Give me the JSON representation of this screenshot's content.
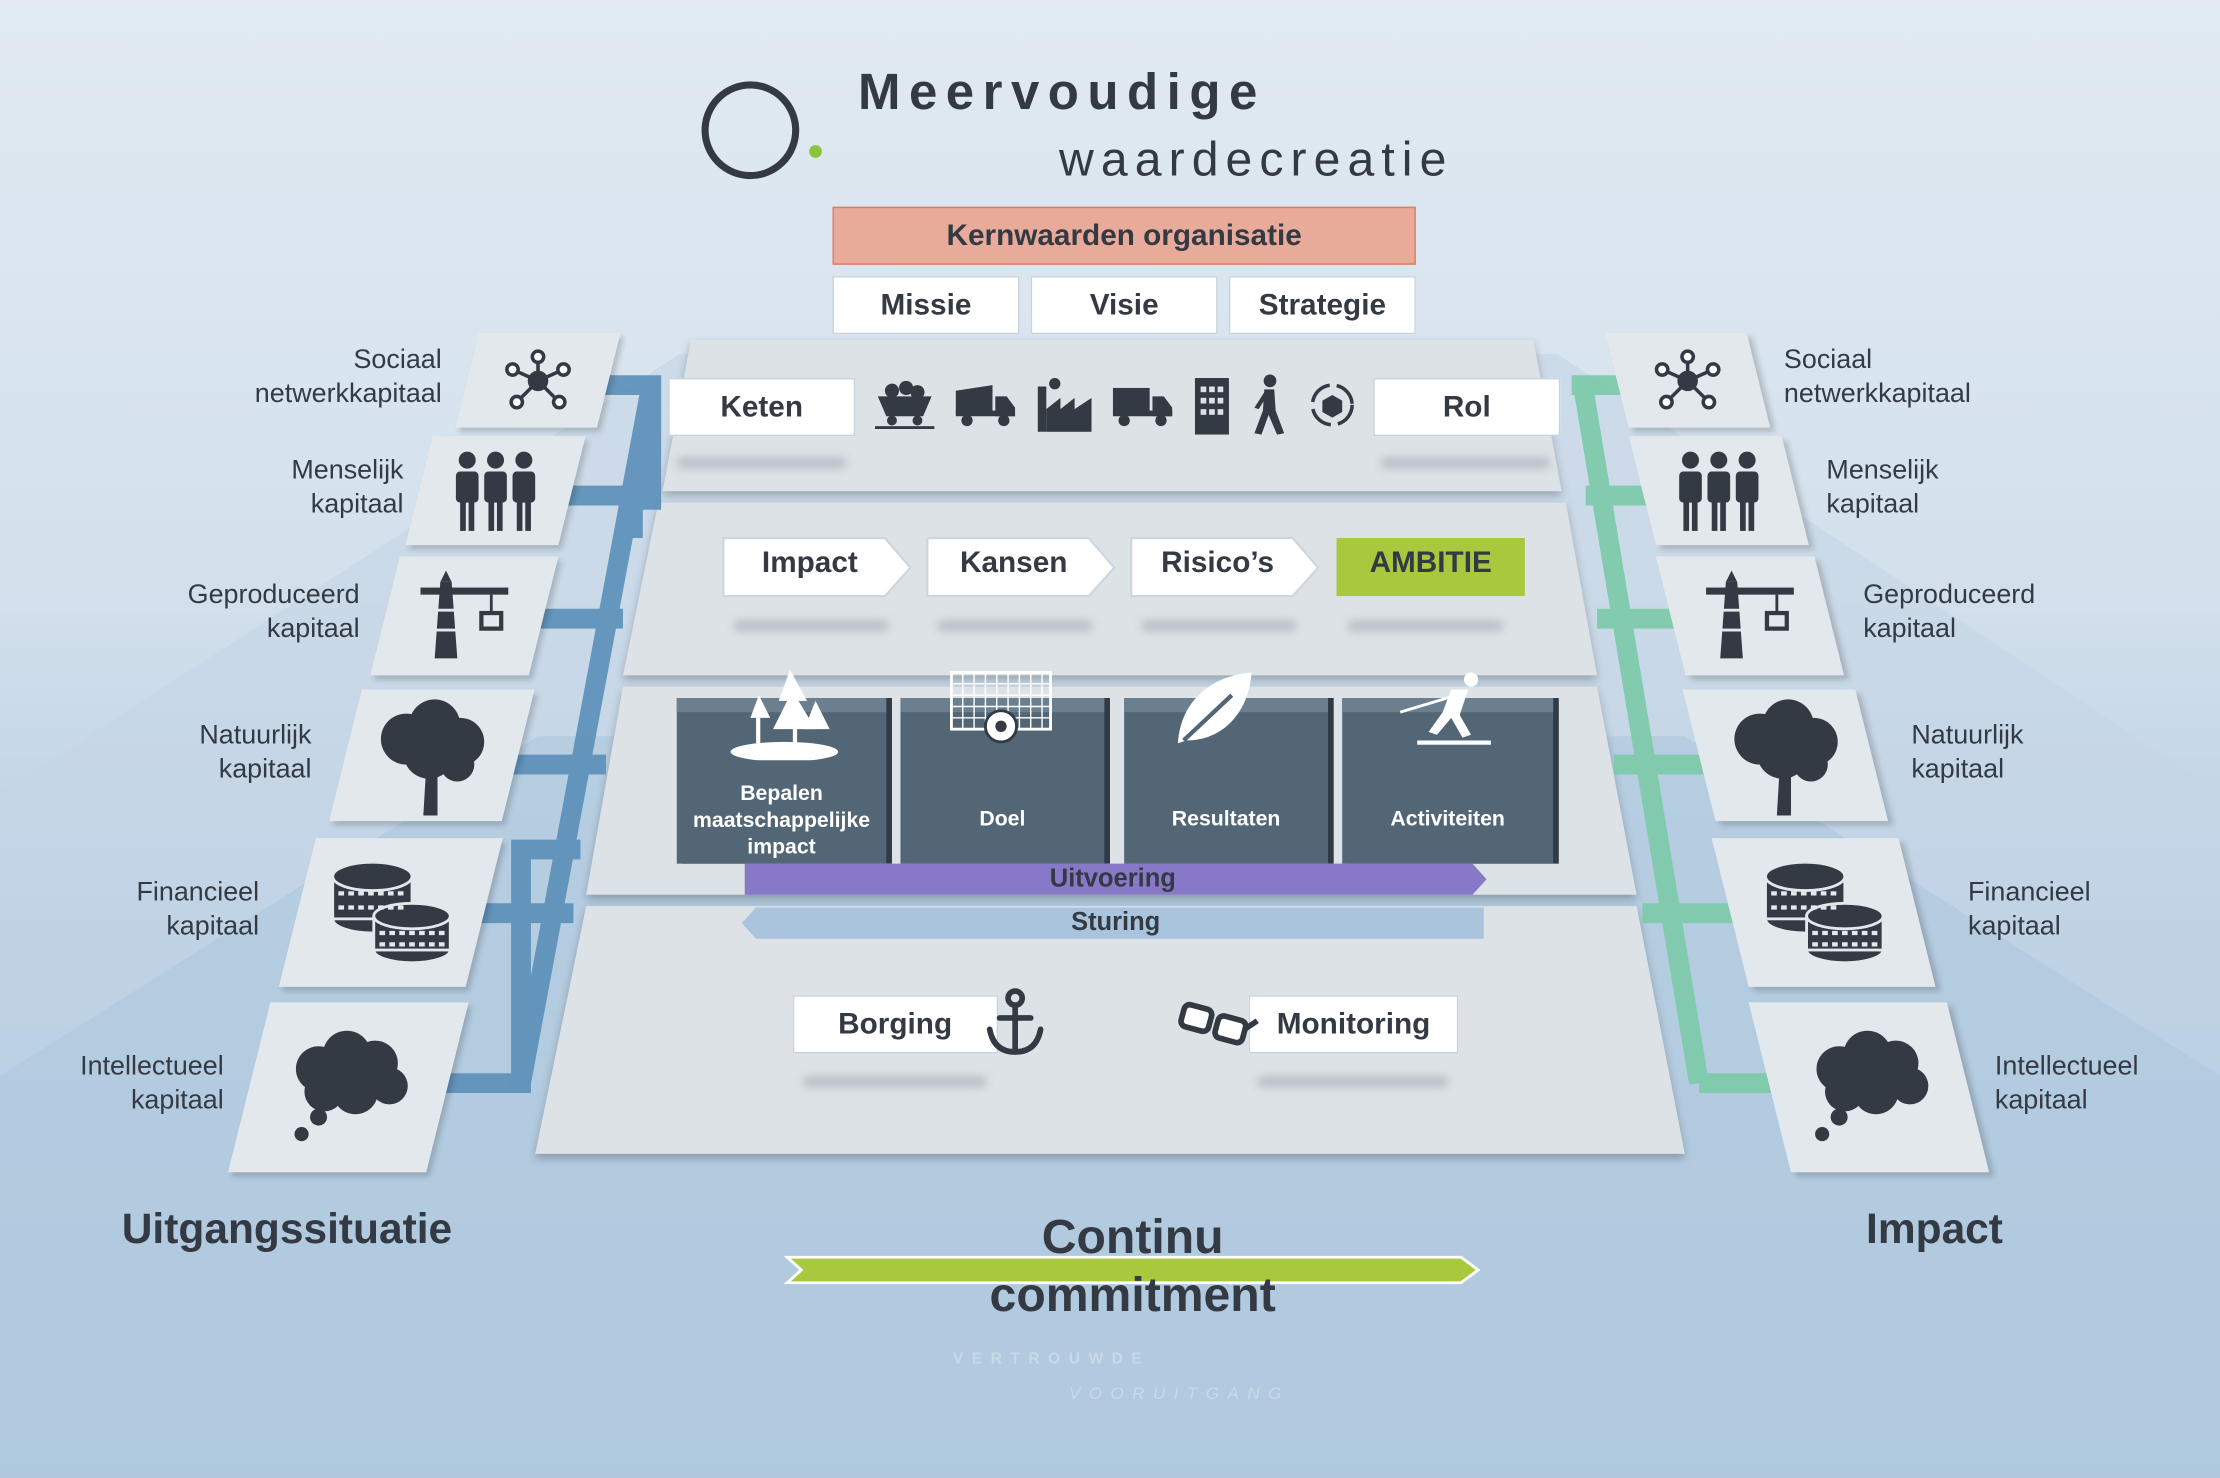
{
  "title": {
    "line1": "Meervoudige",
    "line2": "waardecreatie"
  },
  "kernwaarden": "Kernwaarden organisatie",
  "top_boxes": [
    "Missie",
    "Visie",
    "Strategie"
  ],
  "chain": {
    "left": "Keten",
    "right": "Rol",
    "icons": [
      "mine-cart-icon",
      "dump-truck-icon",
      "factory-icon",
      "truck-icon",
      "building-icon",
      "walking-person-icon",
      "recycle-box-icon"
    ]
  },
  "steps": [
    "Impact",
    "Kansen",
    "Risico’s",
    "AMBITIE"
  ],
  "cubes": [
    {
      "label": "Bepalen maatschappelijke impact",
      "icon": "forest-icon"
    },
    {
      "label": "Doel",
      "icon": "soccer-goal-icon"
    },
    {
      "label": "Resultaten",
      "icon": "leaf-icon"
    },
    {
      "label": "Activiteiten",
      "icon": "skier-icon"
    }
  ],
  "bars": {
    "uitvoering": "Uitvoering",
    "sturing": "Sturing"
  },
  "bottom": {
    "borging": "Borging",
    "monitoring": "Monitoring"
  },
  "capitals": [
    {
      "line1": "Sociaal",
      "line2": "netwerkkapitaal",
      "icon": "network-icon"
    },
    {
      "line1": "Menselijk",
      "line2": "kapitaal",
      "icon": "people-icon"
    },
    {
      "line1": "Geproduceerd",
      "line2": "kapitaal",
      "icon": "crane-icon"
    },
    {
      "line1": "Natuurlijk",
      "line2": "kapitaal",
      "icon": "tree-icon"
    },
    {
      "line1": "Financieel",
      "line2": "kapitaal",
      "icon": "coins-icon"
    },
    {
      "line1": "Intellectueel",
      "line2": "kapitaal",
      "icon": "thought-cloud-icon"
    }
  ],
  "left_heading": "Uitgangssituatie",
  "right_heading": "Impact",
  "commitment": {
    "line1": "Continu",
    "line2": "commitment"
  },
  "tagline": {
    "line1": "VERTROUWDE",
    "line2": "VOORUITGANG"
  },
  "colors": {
    "accent_green": "#a8c83e",
    "left_connector": "#5b8fb9",
    "right_connector": "#7ccaa8",
    "uitvoering": "#8878c8",
    "sturing": "#a9c4dc",
    "kernwaarden": "#e9ab99"
  }
}
